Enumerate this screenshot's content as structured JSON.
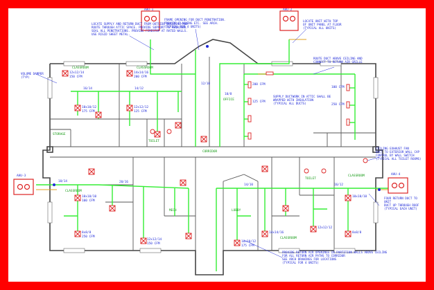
{
  "palette": {
    "border": "#ff0000",
    "walls": "#444444",
    "duct": "#33ee33",
    "diffuser": "#dd2222",
    "text": "#1f2ad8",
    "equipment": "#dd2222"
  },
  "icons": [
    "rooftop-unit-icon",
    "supply-diffuser-icon",
    "return-grille-icon",
    "exhaust-fan-icon",
    "thermostat-icon",
    "volume-damper-icon"
  ],
  "notes": {
    "top_left": "LOCATE SUPPLY AND RETURN DUCT FROM OUTSIDE BUILDING AND\nROUTE THROUGH ATTIC SPACE. PROVIDE SUPPORT AS REQUIRED.\nSEAL ALL PENETRATIONS. PROVIDE FIRESTOP AT RATED WALLS.\nUSE RIGID SHEET METAL.",
    "top_mid": "FRAME OPENING FOR DUCT PENETRATION.\nPROVIDE FLASHING ETC. SEE ARCH.\n(TYPICAL FOR 4 UNITS)",
    "top_right": "LOCATE UNIT WITH TOP\nOF UNIT PANEL AT FLOOR\n(TYPICAL ALL UNITS)",
    "mid_right": "ROUTE DUCT ABOVE CEILING AND\nCONNECT TO RETURN AIR GRILLE",
    "center": "SUPPLY DUCTWORK IN ATTIC SHALL BE\nWRAPPED WITH INSULATION\n(TYPICAL ALL DUCTS)",
    "right_exhaust": "CEILING EXHAUST FAN\nDUCT TO EXTERIOR WALL CAP\nCONTROL BY WALL SWITCH\n(TYPICAL ALL TOILET ROOMS)",
    "right_unit": "FOUR RETURN DUCT TO UNIT\nDUCT UP THROUGH ROOF\n(TYPICAL EACH UNIT)",
    "bottom_right": "PROVIDE RETURN AIR OPENINGS IN PARTITION WALLS ABOVE CEILING\nFOR ALL RETURN AIR PATHS TO CORRIDOR\nSEE ARCH DRAWINGS FOR LOCATIONS\n(TYPICAL FOR 4 UNITS)",
    "left_damper": "VOLUME DAMPER\n(TYP)"
  },
  "labels": {
    "unit_tags": [
      "AHU-1",
      "AHU-2",
      "AHU-3",
      "AHU-4"
    ],
    "diffuser_tags": [
      "12x12/14",
      "10x10/12",
      "14x14/16",
      "12x12/12",
      "10x10/10",
      "8x8/8",
      "12x12/14",
      "10x10/12",
      "14x14/16",
      "12x12/12",
      "10x10/10",
      "8x8/8"
    ],
    "cfm_tags": [
      "150 CFM",
      "175 CFM",
      "200 CFM",
      "125 CFM",
      "100 CFM",
      "250 CFM",
      "150 CFM",
      "175 CFM",
      "200 CFM",
      "125 CFM",
      "100 CFM",
      "250 CFM"
    ],
    "room_names": [
      "CLASSROOM",
      "CLASSROOM",
      "CLASSROOM",
      "CLASSROOM",
      "OFFICE",
      "STORAGE",
      "TOILET",
      "TOILET",
      "CORRIDOR",
      "CLASSROOM",
      "MECH",
      "LOBBY"
    ],
    "duct_sizes": [
      "16/14",
      "14/12",
      "12/10",
      "10/8",
      "18/14",
      "20/16",
      "16/12",
      "14/10"
    ]
  }
}
